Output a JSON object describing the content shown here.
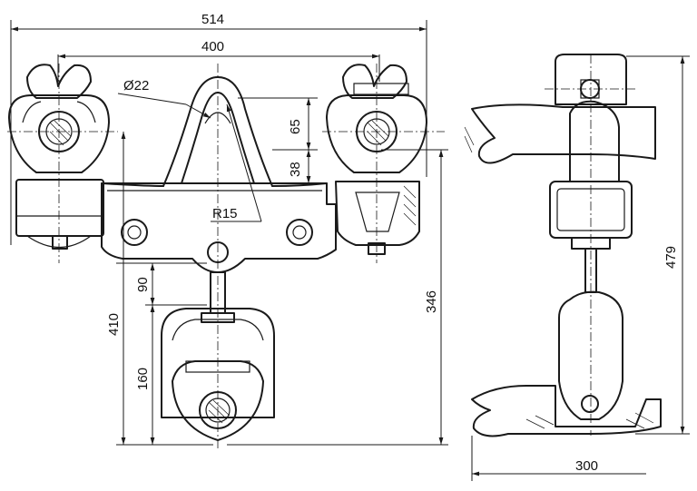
{
  "drawing": {
    "dimensions": {
      "overall_width": "514",
      "inner_width": "400",
      "hole_diameter": "Ø22",
      "radius": "R15",
      "d65": "65",
      "d38": "38",
      "d90": "90",
      "d410": "410",
      "d160": "160",
      "d346": "346",
      "d479": "479",
      "d300": "300"
    }
  }
}
